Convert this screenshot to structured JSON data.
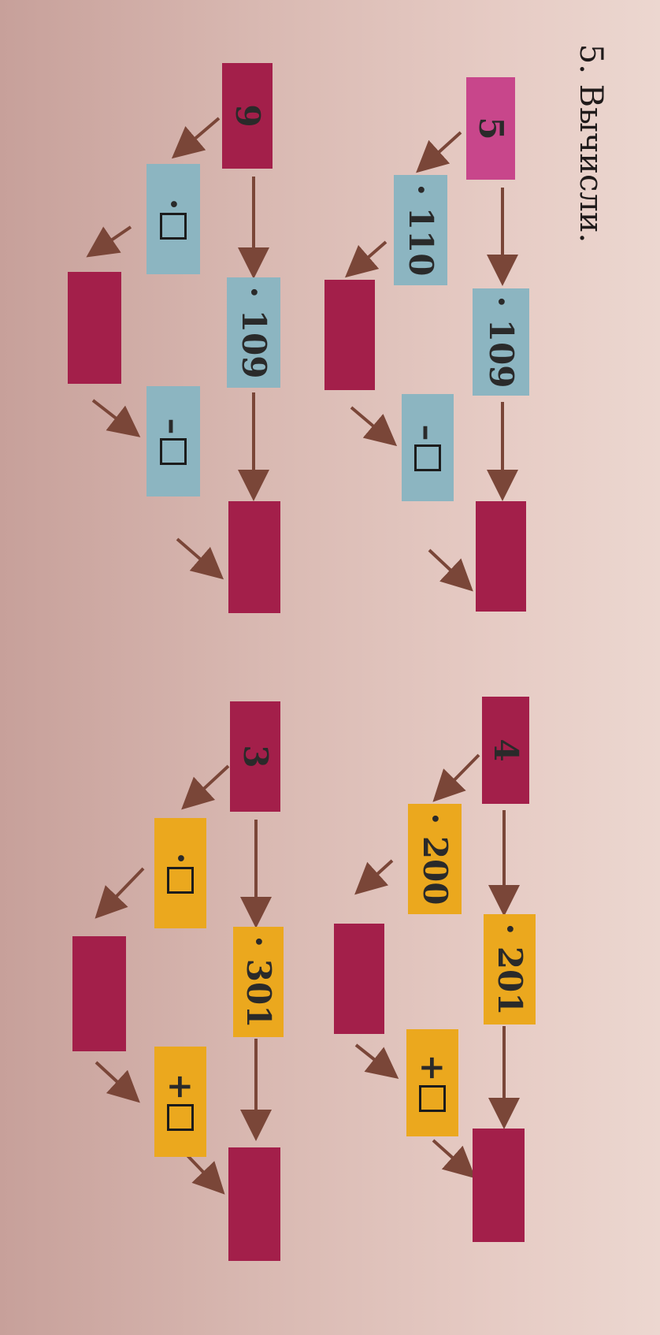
{
  "exercise": {
    "title": "5. Вычисли."
  },
  "chains": [
    {
      "start": "5",
      "left_op": "· 110",
      "top_op": "· 109",
      "bottom_op": "–",
      "blank_square": "□"
    },
    {
      "start": "9",
      "left_op": "·",
      "top_op": "· 109",
      "bottom_op": "–",
      "blank_square": "□"
    },
    {
      "start": "4",
      "left_op": "· 200",
      "top_op": "· 201",
      "bottom_op": "+",
      "blank_square": "□"
    },
    {
      "start": "3",
      "left_op": "·",
      "top_op": "· 301",
      "bottom_op": "+",
      "blank_square": "□"
    }
  ],
  "colors": {
    "start_magenta": "#c8468b",
    "answer_box": "#a31f4a",
    "operation_blue": "#8cb5c1",
    "operation_yellow": "#eba81e",
    "arrow": "#7a4638"
  }
}
